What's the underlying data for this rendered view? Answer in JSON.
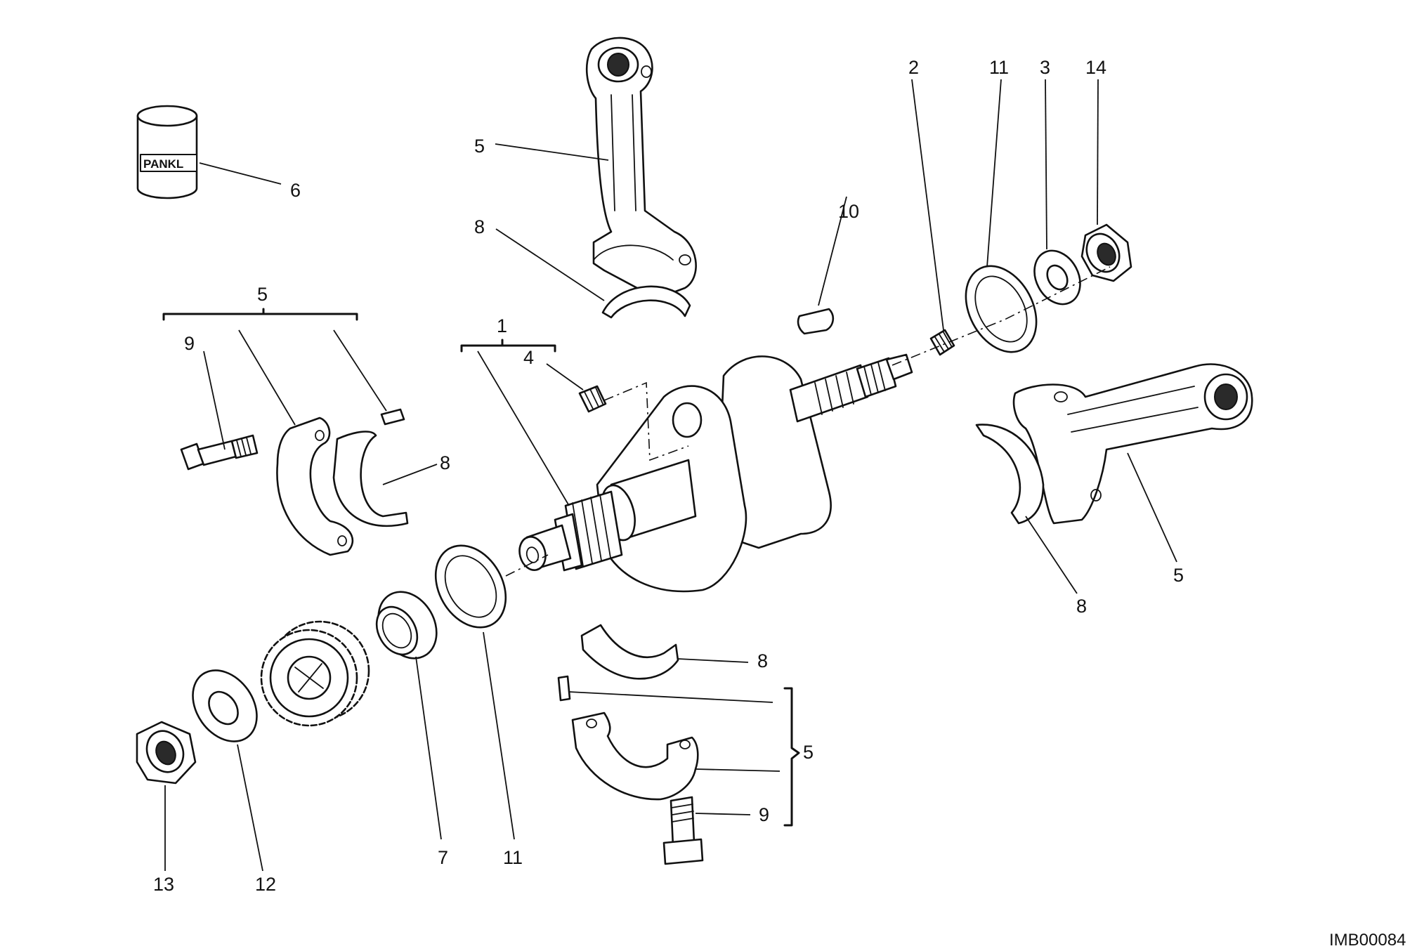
{
  "diagram": {
    "brand_text": "PANKL",
    "figure_code": "IMB00084",
    "callouts": {
      "c_5_rod_top": "5",
      "c_8_rod_top": "8",
      "c_6_pankl": "6",
      "c_5_bracket_left": "5",
      "c_9_bolt_left": "9",
      "c_8_shell_left": "8",
      "c_1_crankshaft": "1",
      "c_4_plug": "4",
      "c_10_key": "10",
      "c_2_plug_right": "2",
      "c_11_washer_right": "11",
      "c_3_washer_right": "3",
      "c_14_nut_right": "14",
      "c_5_rod_right": "5",
      "c_8_shell_right": "8",
      "c_8_shell_bottom": "8",
      "c_5_bracket_bottom": "5",
      "c_9_bolt_bottom": "9",
      "c_7_seal": "7",
      "c_11_washer_bottom": "11",
      "c_12_washer": "12",
      "c_13_nut": "13"
    }
  }
}
